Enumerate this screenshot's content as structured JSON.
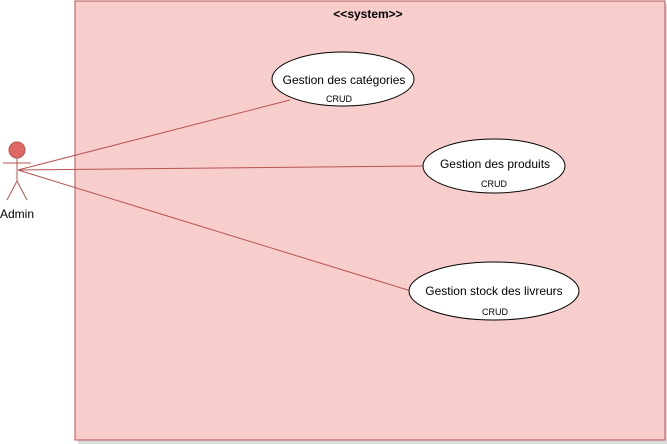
{
  "system": {
    "title": "<<system>>"
  },
  "actor": {
    "name": "Admin"
  },
  "use_cases": [
    {
      "name": "Gestion des catégories",
      "note": "CRUD"
    },
    {
      "name": "Gestion des produits",
      "note": "CRUD"
    },
    {
      "name": "Gestion stock des livreurs",
      "note": "CRUD"
    }
  ],
  "colors": {
    "boundary_fill": "#f8cecc",
    "boundary_stroke": "#b85450",
    "line": "#b85450",
    "actor_head": "#e06666",
    "ellipse_fill": "#ffffff",
    "ellipse_stroke": "#000000"
  },
  "icons": {
    "actor": "stick-figure-icon"
  }
}
